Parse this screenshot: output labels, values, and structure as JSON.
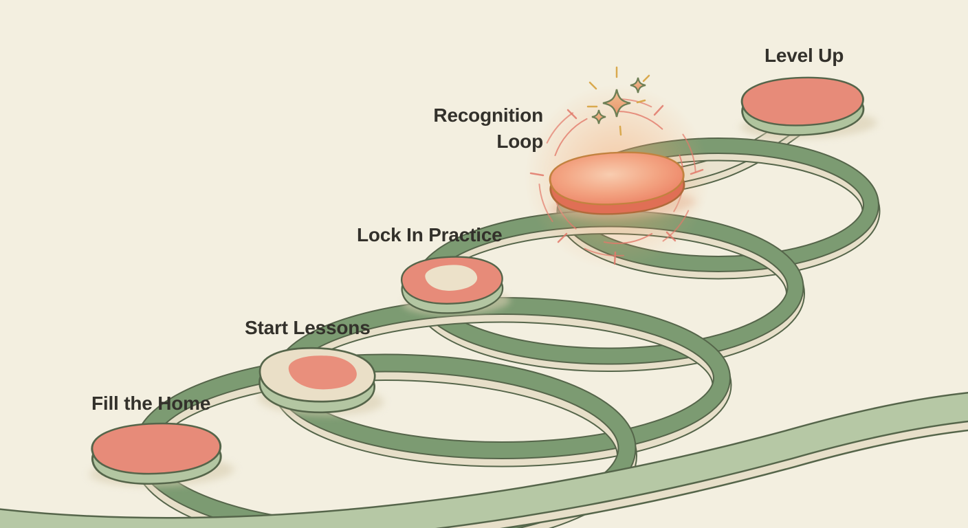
{
  "diagram": {
    "type": "journey-spiral",
    "background_color": "#f3efe0",
    "ribbon_colors": {
      "top_green": "#7c9b72",
      "edge_cream": "#e7dfc9",
      "outline_olive": "#55654a",
      "front_sweep_sage": "#b6c8a5"
    },
    "stone_colors": {
      "coral_top": "#e78b79",
      "sage_side": "#b3c6a2",
      "cream_top": "#eadfc7",
      "glow_center": "#f8cdb0",
      "glow_edge": "#ee8a6d",
      "glow_outline_gold": "#c2823f",
      "halo_coral": "#e2796a",
      "sparkle_gold": "#d9a94e"
    },
    "steps": [
      {
        "id": "fill-the-home",
        "order": 1,
        "label": "Fill the Home",
        "stone_style": "coral-top"
      },
      {
        "id": "start-lessons",
        "order": 2,
        "label": "Start Lessons",
        "stone_style": "cream-top-coral-patch"
      },
      {
        "id": "lock-in-practice",
        "order": 3,
        "label": "Lock In Practice",
        "stone_style": "coral-top-cream-center"
      },
      {
        "id": "recognition-loop",
        "order": 4,
        "label": "Recognition Loop",
        "stone_style": "glowing-coral",
        "effects": [
          "glow-halo",
          "radiating-dashes",
          "sparkles"
        ]
      },
      {
        "id": "level-up",
        "order": 5,
        "label": "Level Up",
        "stone_style": "coral-top"
      }
    ]
  }
}
